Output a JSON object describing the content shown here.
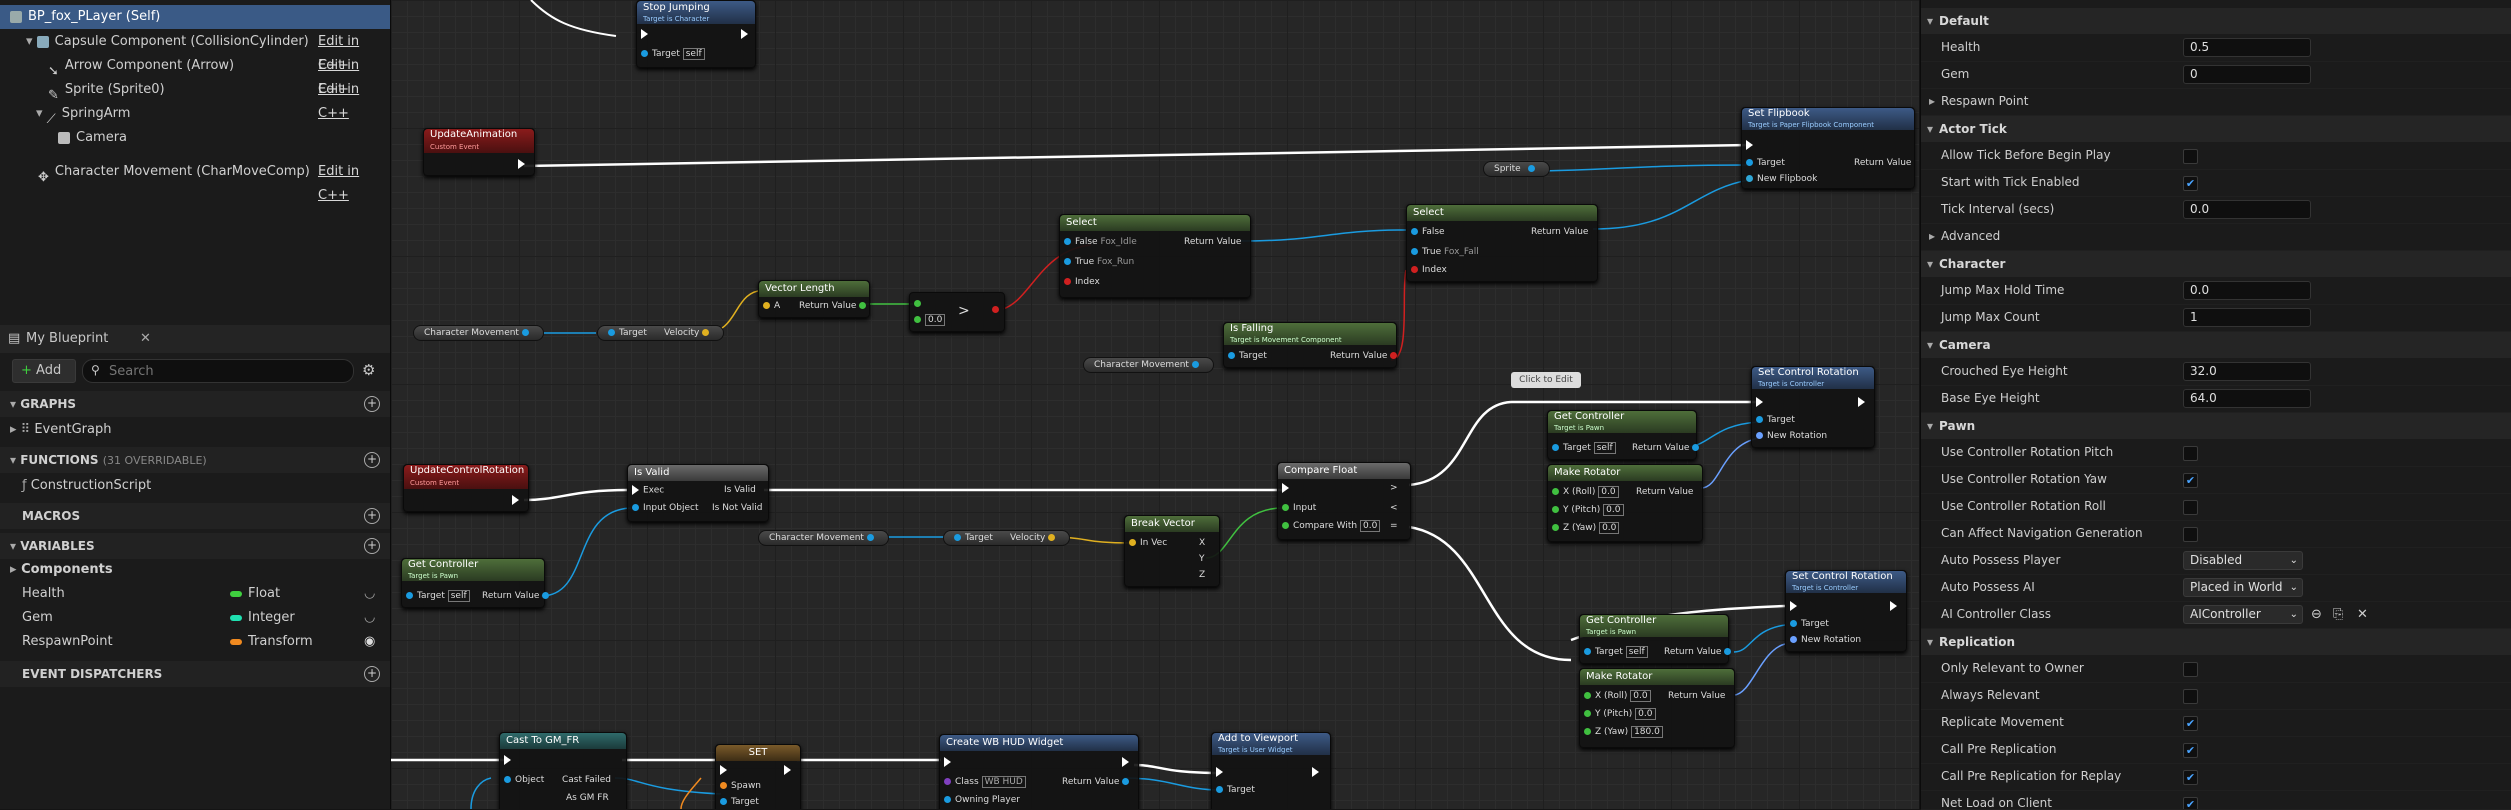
{
  "components": {
    "items": [
      {
        "label": "BP_fox_PLayer (Self)",
        "edit": ""
      },
      {
        "label": "Capsule Component (CollisionCylinder)",
        "edit": "Edit in C++"
      },
      {
        "label": "Arrow Component (Arrow)",
        "edit": "Edit in C++"
      },
      {
        "label": "Sprite (Sprite0)",
        "edit": "Edit in C++"
      },
      {
        "label": "SpringArm",
        "edit": ""
      },
      {
        "label": "Camera",
        "edit": ""
      },
      {
        "label": "Character Movement (CharMoveComp)",
        "edit": "Edit in C++"
      }
    ]
  },
  "my_blueprint": {
    "tab_title": "My Blueprint",
    "add_label": "Add",
    "search_placeholder": "Search",
    "graphs_label": "GRAPHS",
    "event_graph": "EventGraph",
    "functions_label": "FUNCTIONS",
    "functions_count": "(31 OVERRIDABLE)",
    "construction_script": "ConstructionScript",
    "macros_label": "MACROS",
    "variables_label": "VARIABLES",
    "components_label": "Components",
    "variables": [
      {
        "name": "Health",
        "type": "Float",
        "color": "#3fd03f"
      },
      {
        "name": "Gem",
        "type": "Integer",
        "color": "#1fe0b0"
      },
      {
        "name": "RespawnPoint",
        "type": "Transform",
        "color": "#f08a20"
      }
    ],
    "event_dispatchers_label": "EVENT DISPATCHERS"
  },
  "graph": {
    "nodes": {
      "stop_jumping": {
        "title": "Stop Jumping",
        "sub": "Target is Character",
        "target": "Target",
        "self": "self"
      },
      "update_anim": {
        "title": "UpdateAnimation",
        "sub": "Custom Event"
      },
      "set_flipbook": {
        "title": "Set Flipbook",
        "sub": "Target is Paper Flipbook Component",
        "target": "Target",
        "new": "New Flipbook",
        "ret": "Return Value"
      },
      "sprite_var": "Sprite",
      "select1": {
        "title": "Select",
        "false": "False",
        "true": "True",
        "index": "Index",
        "ret": "Return Value",
        "false_val": "Fox_Idle",
        "true_val": "Fox_Run"
      },
      "select2": {
        "title": "Select",
        "false": "False",
        "true": "True",
        "index": "Index",
        "ret": "Return Value",
        "true_val": "Fox_Fall"
      },
      "vector_length": {
        "title": "Vector Length",
        "a": "A",
        "ret": "Return Value"
      },
      "compare_val": "0.0",
      "char_move1": "Character Movement",
      "target1": "Target",
      "velocity1": "Velocity",
      "is_falling": {
        "title": "Is Falling",
        "sub": "Target is Movement Component",
        "target": "Target",
        "ret": "Return Value"
      },
      "char_move2": "Character Movement",
      "update_ctrl": {
        "title": "UpdateControlRotation",
        "sub": "Custom Event"
      },
      "is_valid": {
        "title": "Is Valid",
        "exec": "Exec",
        "input": "Input Object",
        "valid": "Is Valid",
        "not_valid": "Is Not Valid"
      },
      "get_controller1": {
        "title": "Get Controller",
        "sub": "Target is Pawn",
        "target": "Target",
        "self": "self",
        "ret": "Return Value"
      },
      "char_move3": "Character Movement",
      "target3": "Target",
      "velocity3": "Velocity",
      "break_vector": {
        "title": "Break Vector",
        "in": "In Vec",
        "x": "X",
        "y": "Y",
        "z": "Z"
      },
      "compare_float": {
        "title": "Compare Float",
        "input": "Input",
        "compare": "Compare With",
        "val": "0.0"
      },
      "reroute": "Click to Edit",
      "set_ctrl1": {
        "title": "Set Control Rotation",
        "sub": "Target is Controller",
        "target": "Target",
        "new": "New Rotation"
      },
      "get_controller2": {
        "title": "Get Controller",
        "sub": "Target is Pawn",
        "target": "Target",
        "self": "self",
        "ret": "Return Value"
      },
      "make_rot1": {
        "title": "Make Rotator",
        "x": "X (Roll)",
        "y": "Y (Pitch)",
        "z": "Z (Yaw)",
        "ret": "Return Value",
        "xv": "0.0",
        "yv": "0.0",
        "zv": "0.0"
      },
      "set_ctrl2": {
        "title": "Set Control Rotation",
        "sub": "Target is Controller",
        "target": "Target",
        "new": "New Rotation"
      },
      "get_controller3": {
        "title": "Get Controller",
        "sub": "Target is Pawn",
        "target": "Target",
        "self": "self",
        "ret": "Return Value"
      },
      "make_rot2": {
        "title": "Make Rotator",
        "x": "X (Roll)",
        "y": "Y (Pitch)",
        "z": "Z (Yaw)",
        "ret": "Return Value",
        "xv": "0.0",
        "yv": "0.0",
        "zv": "180.0"
      },
      "cast": {
        "title": "Cast To GM_FR",
        "object": "Object",
        "failed": "Cast Failed",
        "as": "As GM FR"
      },
      "set": {
        "title": "SET",
        "spawn": "Spawn",
        "target": "Target"
      },
      "create_widget": {
        "title": "Create WB HUD Widget",
        "class": "Class",
        "class_val": "WB HUD",
        "owning": "Owning Player",
        "ret": "Return Value"
      },
      "add_viewport": {
        "title": "Add to Viewport",
        "sub": "Target is User Widget",
        "target": "Target"
      }
    }
  },
  "details": {
    "categories": {
      "default": "Default",
      "actor_tick": "Actor Tick",
      "character": "Character",
      "camera": "Camera",
      "pawn": "Pawn",
      "replication": "Replication"
    },
    "props": {
      "health": {
        "label": "Health",
        "value": "0.5"
      },
      "gem": {
        "label": "Gem",
        "value": "0"
      },
      "respawn": {
        "label": "Respawn Point"
      },
      "allow_tick": {
        "label": "Allow Tick Before Begin Play",
        "checked": false
      },
      "start_tick": {
        "label": "Start with Tick Enabled",
        "checked": true
      },
      "tick_interval": {
        "label": "Tick Interval (secs)",
        "value": "0.0"
      },
      "advanced": {
        "label": "Advanced"
      },
      "jump_hold": {
        "label": "Jump Max Hold Time",
        "value": "0.0"
      },
      "jump_count": {
        "label": "Jump Max Count",
        "value": "1"
      },
      "crouched": {
        "label": "Crouched Eye Height",
        "value": "32.0"
      },
      "base_eye": {
        "label": "Base Eye Height",
        "value": "64.0"
      },
      "use_pitch": {
        "label": "Use Controller Rotation Pitch",
        "checked": false
      },
      "use_yaw": {
        "label": "Use Controller Rotation Yaw",
        "checked": true
      },
      "use_roll": {
        "label": "Use Controller Rotation Roll",
        "checked": false
      },
      "nav_gen": {
        "label": "Can Affect Navigation Generation",
        "checked": false
      },
      "auto_possess_player": {
        "label": "Auto Possess Player",
        "value": "Disabled"
      },
      "auto_possess_ai": {
        "label": "Auto Possess AI",
        "value": "Placed in World"
      },
      "ai_ctrl": {
        "label": "AI Controller Class",
        "value": "AIController"
      },
      "only_owner": {
        "label": "Only Relevant to Owner",
        "checked": false
      },
      "always_rel": {
        "label": "Always Relevant",
        "checked": false
      },
      "rep_move": {
        "label": "Replicate Movement",
        "checked": true
      },
      "call_pre": {
        "label": "Call Pre Replication",
        "checked": true
      },
      "call_pre_r": {
        "label": "Call Pre Replication for Replay",
        "checked": true
      },
      "net_load": {
        "label": "Net Load on Client",
        "checked": true
      }
    }
  }
}
